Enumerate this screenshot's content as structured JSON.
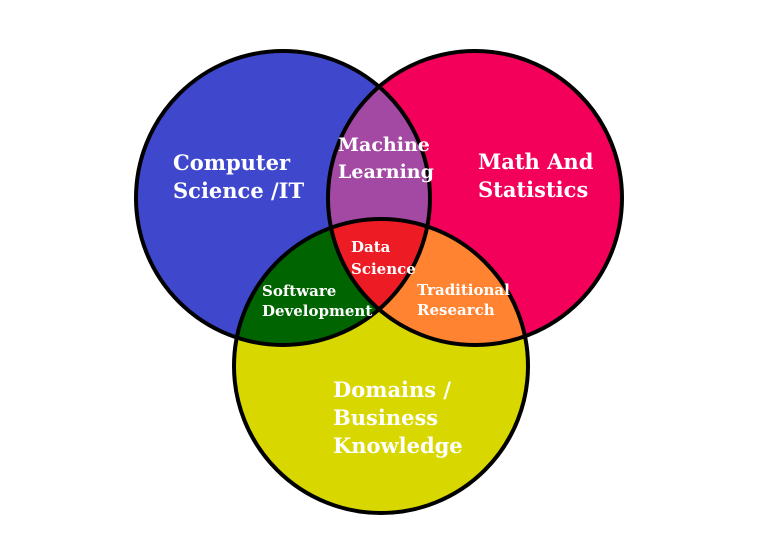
{
  "sets": {
    "cs": {
      "lines": [
        "Computer",
        "Science /IT"
      ],
      "color": "#3f48cc"
    },
    "math": {
      "lines": [
        "Math And",
        "Statistics"
      ],
      "color": "#f2005a"
    },
    "domain": {
      "lines": [
        "Domains /",
        "Business",
        "Knowledge"
      ],
      "color": "#d8d800"
    }
  },
  "intersections": {
    "ml": {
      "lines": [
        "Machine",
        "Learning"
      ],
      "color": "#a349a4"
    },
    "sd": {
      "lines": [
        "Software",
        "Development"
      ],
      "color": "#006400"
    },
    "tr": {
      "lines": [
        "Traditional",
        "Research"
      ],
      "color": "#ff8330"
    },
    "ds": {
      "lines": [
        "Data",
        "Science"
      ],
      "color": "#ed1c24"
    }
  },
  "outline_color": "#000000"
}
